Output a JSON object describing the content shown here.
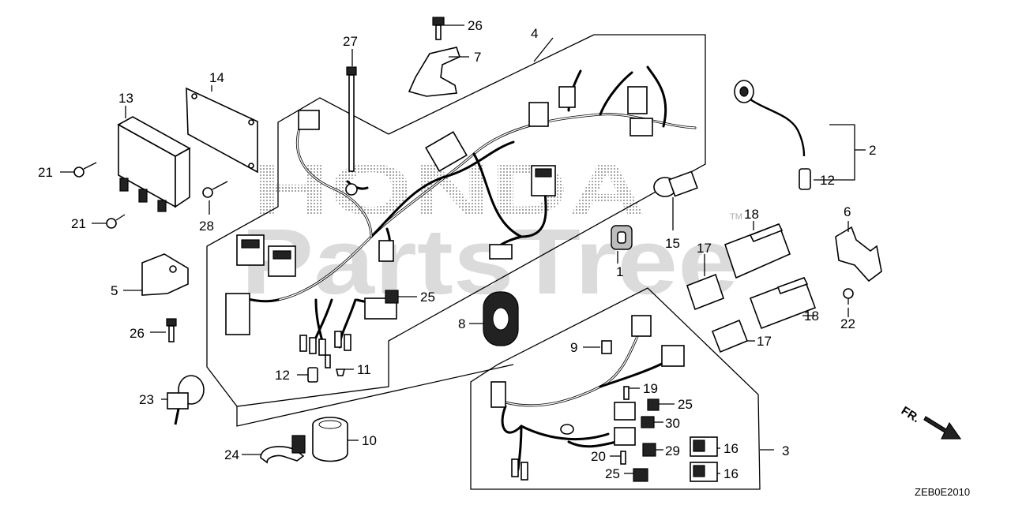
{
  "watermark": {
    "top_text": "HONDA",
    "main_text": "PartsTree",
    "tm": "TM"
  },
  "diagram_code": "ZEB0E2010",
  "direction_label": "FR.",
  "callouts": [
    "1",
    "2",
    "3",
    "4",
    "5",
    "6",
    "7",
    "8",
    "9",
    "10",
    "11",
    "12",
    "12",
    "13",
    "14",
    "15",
    "16",
    "16",
    "17",
    "17",
    "18",
    "18",
    "19",
    "20",
    "21",
    "21",
    "22",
    "23",
    "24",
    "25",
    "25",
    "25",
    "26",
    "26",
    "27",
    "28",
    "29",
    "30"
  ]
}
